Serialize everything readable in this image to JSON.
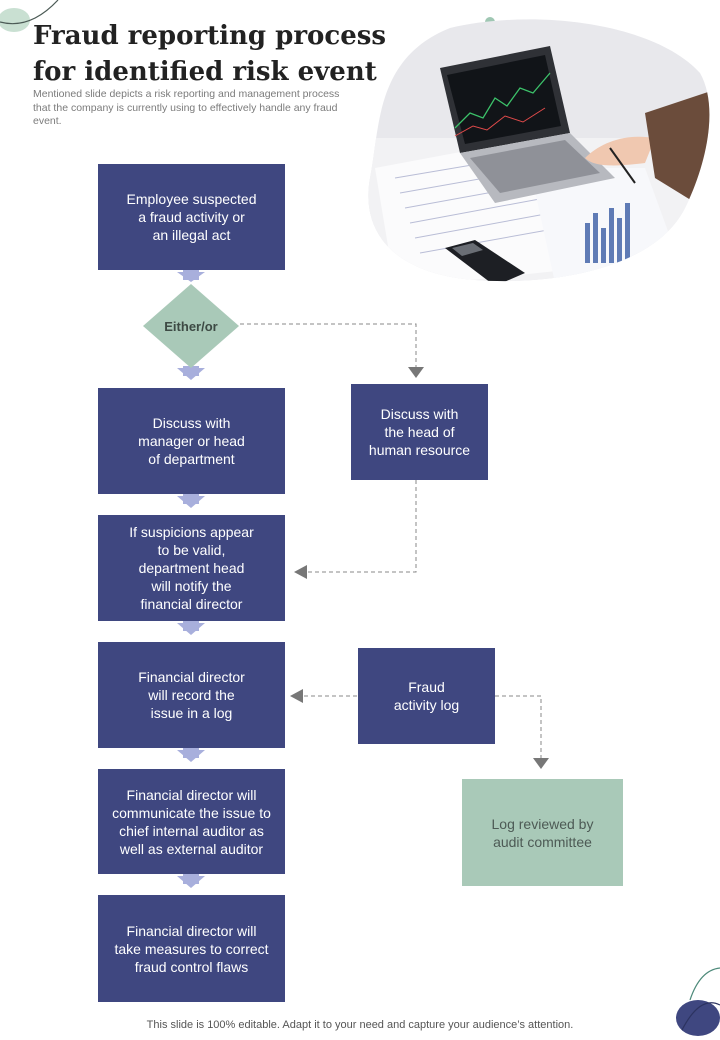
{
  "title": "Fraud reporting process for identified risk event",
  "subtitle": "Mentioned slide depicts a risk reporting and management process that the company is currently using to effectively handle any fraud event.",
  "footer": "This slide is 100% editable. Adapt it to your need and capture your audience’s attention.",
  "colors": {
    "primary_box": "#3f4780",
    "secondary_box": "#a9c9b8",
    "arrow": "#a8afdc",
    "dashed_connector": "#8a8a8a"
  },
  "flow": {
    "step1": "Employee suspected\na fraud activity or\nan illegal act",
    "decision": "Either/or",
    "step2": "Discuss with\nmanager or head\nof department",
    "step2_alt": "Discuss with\nthe head of\nhuman resource",
    "step3": "If suspicions appear\nto be valid,\ndepartment head\nwill notify the\nfinancial director",
    "step4": "Financial director\nwill record the\nissue in a log",
    "fraud_log": "Fraud\nactivity log",
    "audit_review": "Log reviewed by\naudit committee",
    "step5": "Financial director will\ncommunicate the issue to\nchief internal auditor as\nwell as external auditor",
    "step6": "Financial director will\ntake measures to correct\nfraud control flaws"
  },
  "photo": {
    "subject": "person working on laptop with financial charts and calculator"
  }
}
